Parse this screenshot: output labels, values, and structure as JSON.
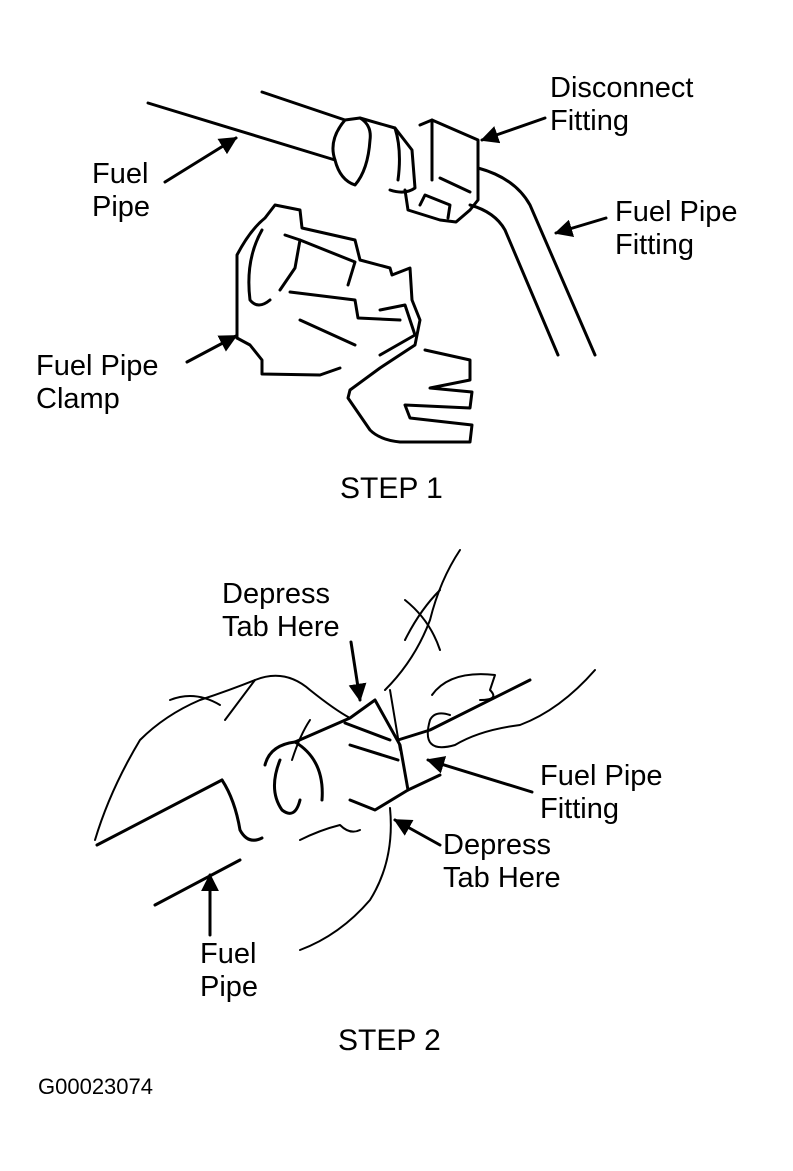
{
  "figure_id": "G00023074",
  "steps": [
    {
      "title": "STEP 1",
      "labels": [
        {
          "line1": "Disconnect",
          "line2": "Fitting"
        },
        {
          "line1": "Fuel",
          "line2": "Pipe"
        },
        {
          "line1": "Fuel Pipe",
          "line2": "Fitting"
        },
        {
          "line1": "Fuel Pipe",
          "line2": "Clamp"
        }
      ]
    },
    {
      "title": "STEP 2",
      "labels": [
        {
          "line1": "Depress",
          "line2": "Tab Here"
        },
        {
          "line1": "Fuel Pipe",
          "line2": "Fitting"
        },
        {
          "line1": "Depress",
          "line2": "Tab Here"
        },
        {
          "line1": "Fuel",
          "line2": "Pipe"
        }
      ]
    }
  ]
}
